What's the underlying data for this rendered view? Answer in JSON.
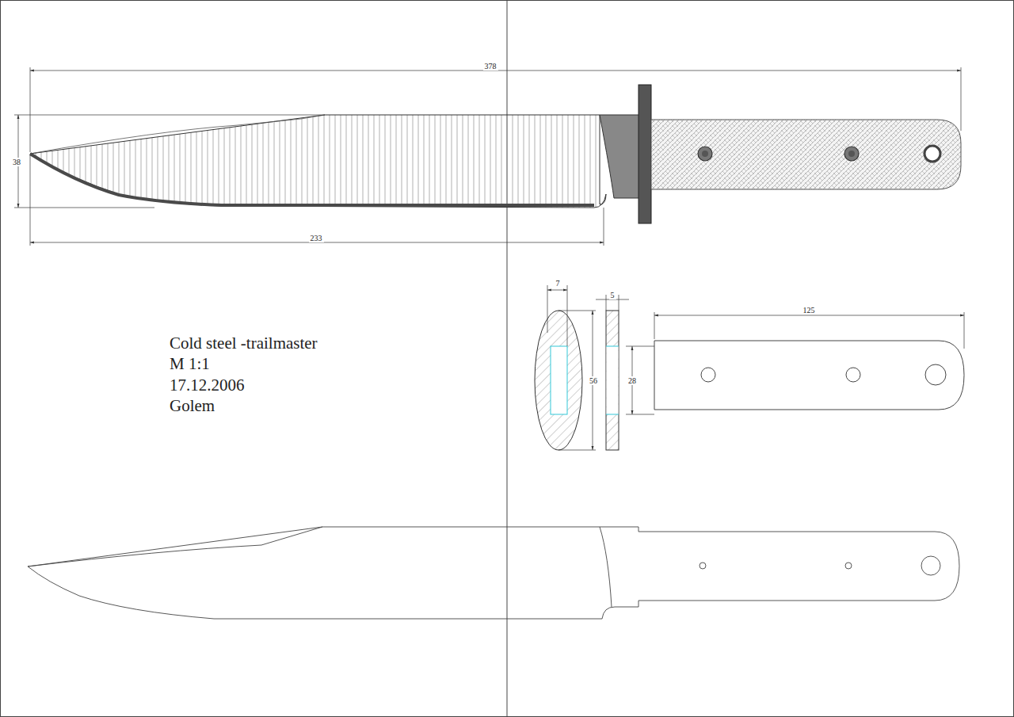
{
  "diagram": {
    "labels": [
      "378",
      "38",
      "233",
      "7",
      "5",
      "56",
      "28",
      "125",
      "Cold steel -trailmaster",
      "M 1:1",
      "17.12.2006",
      "Golem"
    ]
  }
}
